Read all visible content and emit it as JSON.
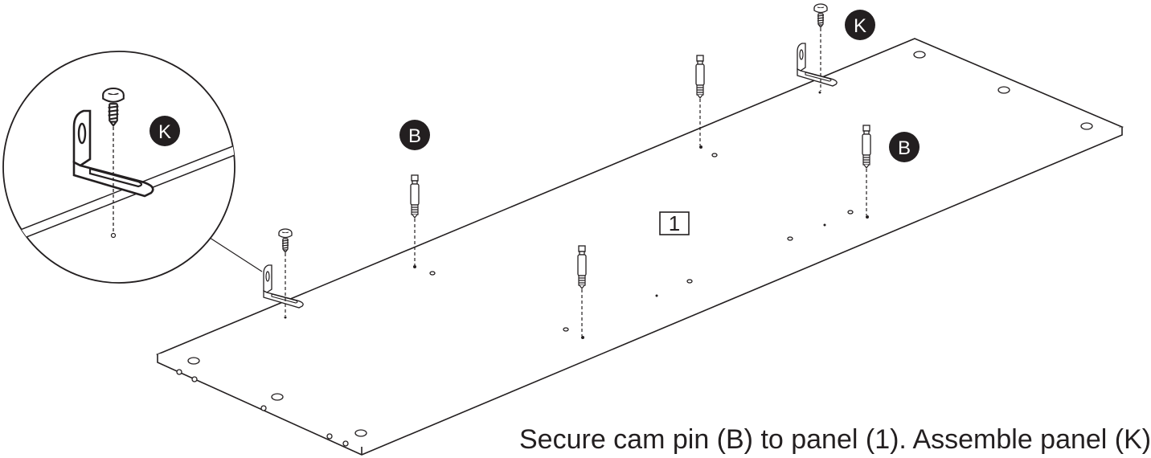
{
  "diagram": {
    "panel_label": "1",
    "callouts": [
      {
        "part": "K",
        "role": "screw"
      },
      {
        "part": "B",
        "role": "cam-pin"
      },
      {
        "part": "B",
        "role": "cam-pin"
      },
      {
        "part": "K",
        "role": "screw"
      }
    ],
    "instruction": "Secure cam pin (B) to panel (1). Assemble panel (K)",
    "colors": {
      "line": "#231f20",
      "badge": "#231f20",
      "background": "#ffffff"
    }
  }
}
